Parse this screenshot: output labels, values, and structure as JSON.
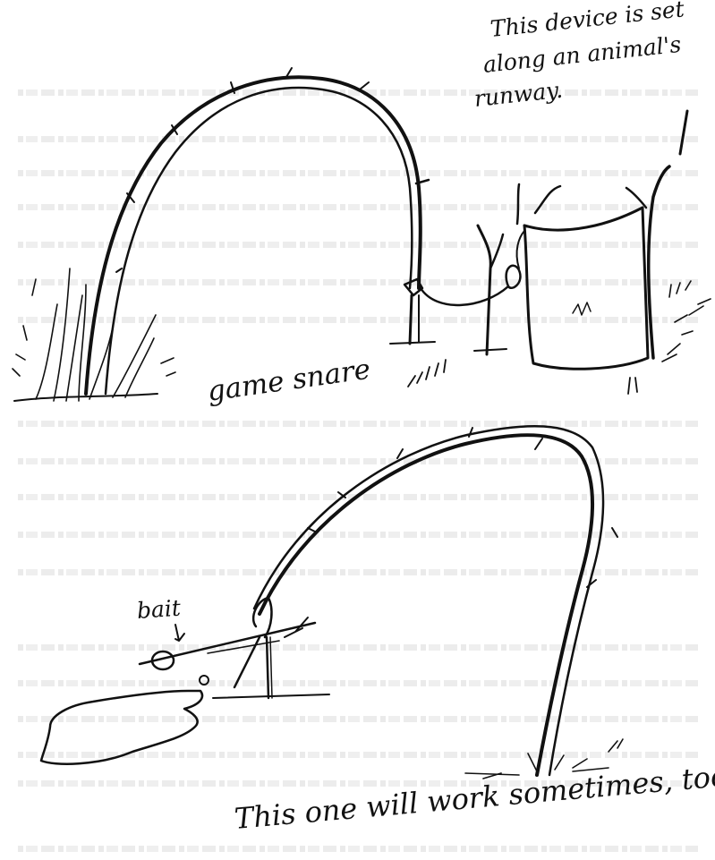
{
  "annotations": {
    "runway_note_lines": [
      "This device is set",
      "along an animal's",
      "runway."
    ],
    "snare_label": "game snare",
    "bait_label": "bait",
    "bottom_caption": "This one will work sometimes, too."
  },
  "colors": {
    "ink": "#111111",
    "paper": "#ffffff",
    "bleed_through": "#d9d9d9"
  }
}
